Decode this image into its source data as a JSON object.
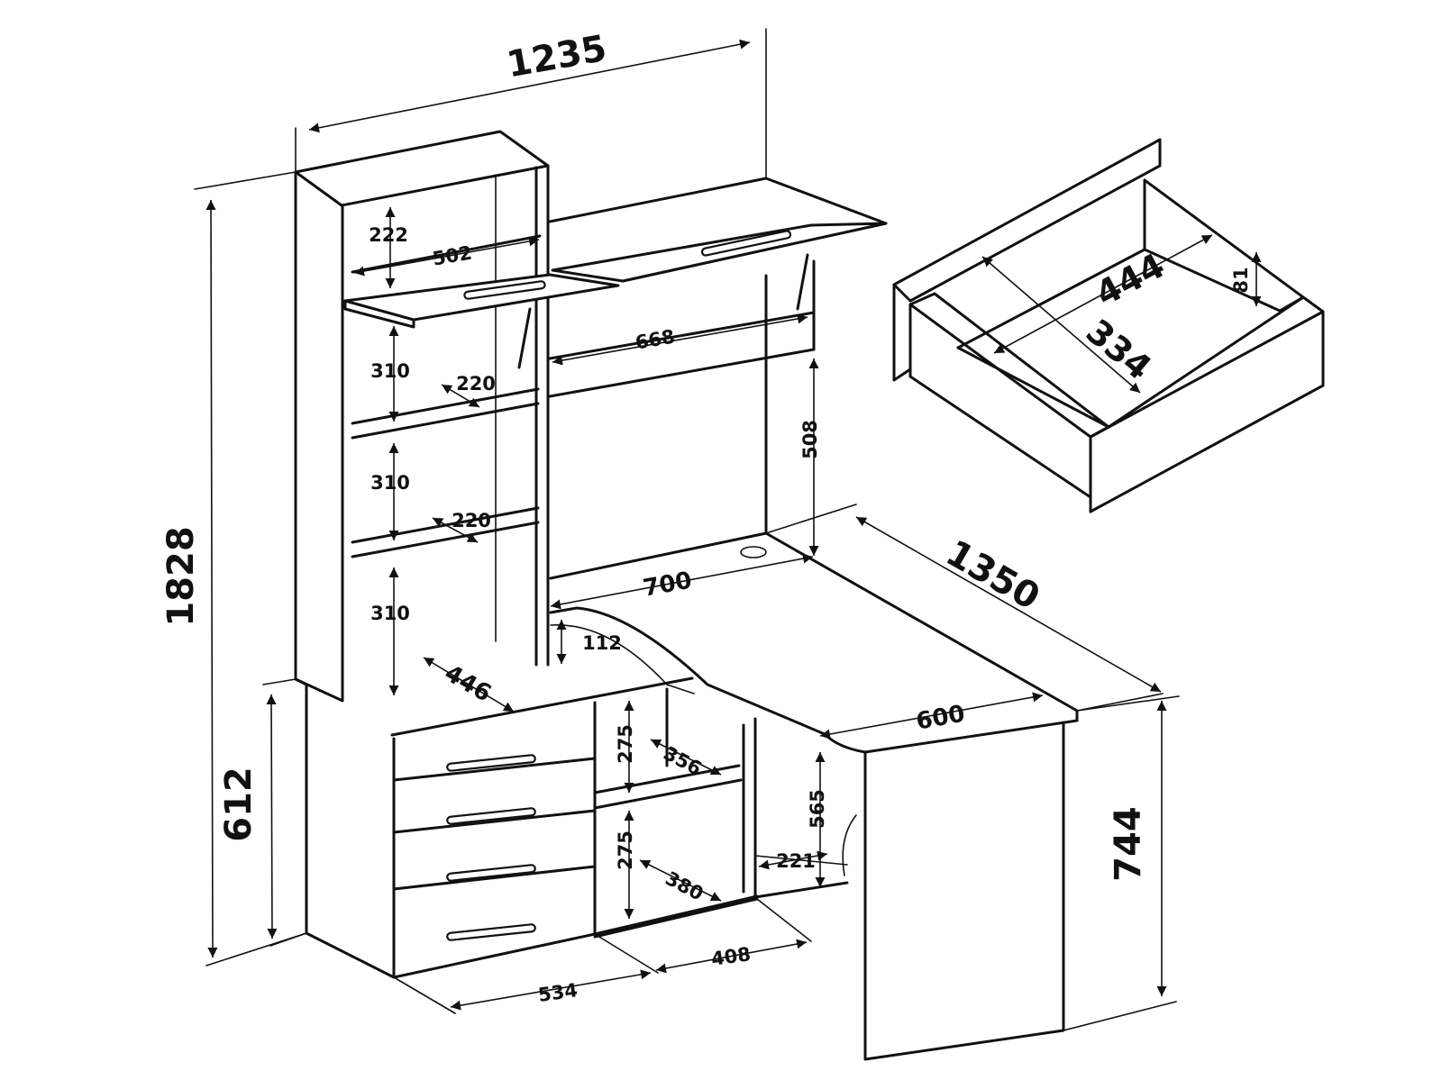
{
  "labels": {
    "overall_width": "1235",
    "overall_height": "1828",
    "base_height": "612",
    "desk_height": "744",
    "side_length": "1350",
    "desk_top_width": "700",
    "side_top_width": "600",
    "top_shelf_height": "222",
    "top_shelf_width": "502",
    "shelf_height_1": "310",
    "shelf_height_2": "310",
    "shelf_height_3": "310",
    "shelf_depth_1": "220",
    "shelf_depth_2": "220",
    "upper_shelf_width": "668",
    "back_panel_height": "508",
    "top_gap": "112",
    "tower_depth": "446",
    "cabinet_shelf_height_1": "275",
    "cabinet_shelf_height_2": "275",
    "cabinet_shelf_depth_1": "356",
    "cabinet_shelf_depth_2": "380",
    "leg_gap": "565",
    "leg_depth": "221",
    "drawer_block_width": "534",
    "cabinet_width": "408",
    "drawer_inner_length": "444",
    "drawer_inner_width": "334",
    "drawer_inner_height": "81"
  },
  "colors": {
    "line": "#111111",
    "background": "#ffffff"
  }
}
